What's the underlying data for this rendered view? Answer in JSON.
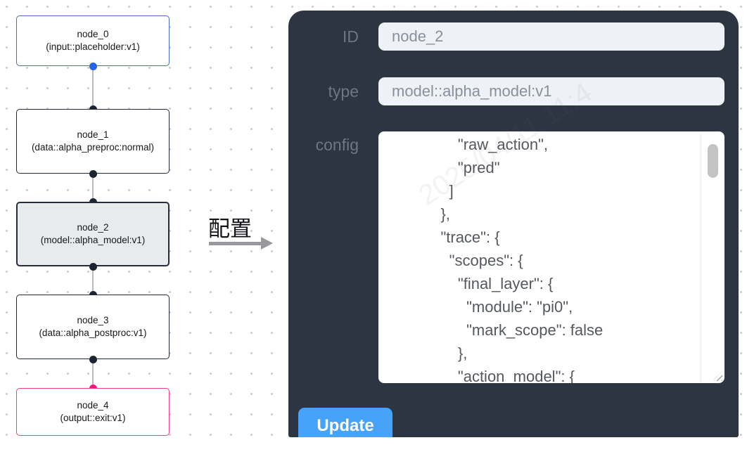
{
  "canvas": {
    "selected_node": "node_2",
    "nodes": [
      {
        "id": "node_0",
        "subtitle": "(input::placeholder:v1)"
      },
      {
        "id": "node_1",
        "subtitle": "(data::alpha_preproc:normal)"
      },
      {
        "id": "node_2",
        "subtitle": "(model::alpha_model:v1)"
      },
      {
        "id": "node_3",
        "subtitle": "(data::alpha_postproc:v1)"
      },
      {
        "id": "node_4",
        "subtitle": "(output::exit:v1)"
      }
    ]
  },
  "transfer": {
    "label": "配置"
  },
  "panel": {
    "id_field": {
      "label": "ID",
      "value": "node_2"
    },
    "type_field": {
      "label": "type",
      "value": "model::alpha_model:v1"
    },
    "config_field": {
      "label": "config",
      "value": "        \"raw_action\",\n        \"pred\"\n      ]\n    },\n    \"trace\": {\n      \"scopes\": {\n        \"final_layer\": {\n          \"module\": \"pi0\",\n          \"mark_scope\": false\n        },\n        \"action_model\": {"
    },
    "update_button": "Update"
  },
  "watermark": "2025/04/11 11:4",
  "colors": {
    "panel_bg": "#2d3543",
    "node_border": "#222b3a",
    "node_selected_bg": "#e9eaec",
    "input_node_border_blue": "#4a6cc3",
    "output_node_border_pink": "#ee3d8b",
    "port_blue": "#2563eb",
    "port_pink": "#f0197c",
    "update_button_blue": "#47a2fa",
    "field_bg": "#eef1f6",
    "field_text": "#8a909b",
    "label_text": "#6e7683"
  }
}
